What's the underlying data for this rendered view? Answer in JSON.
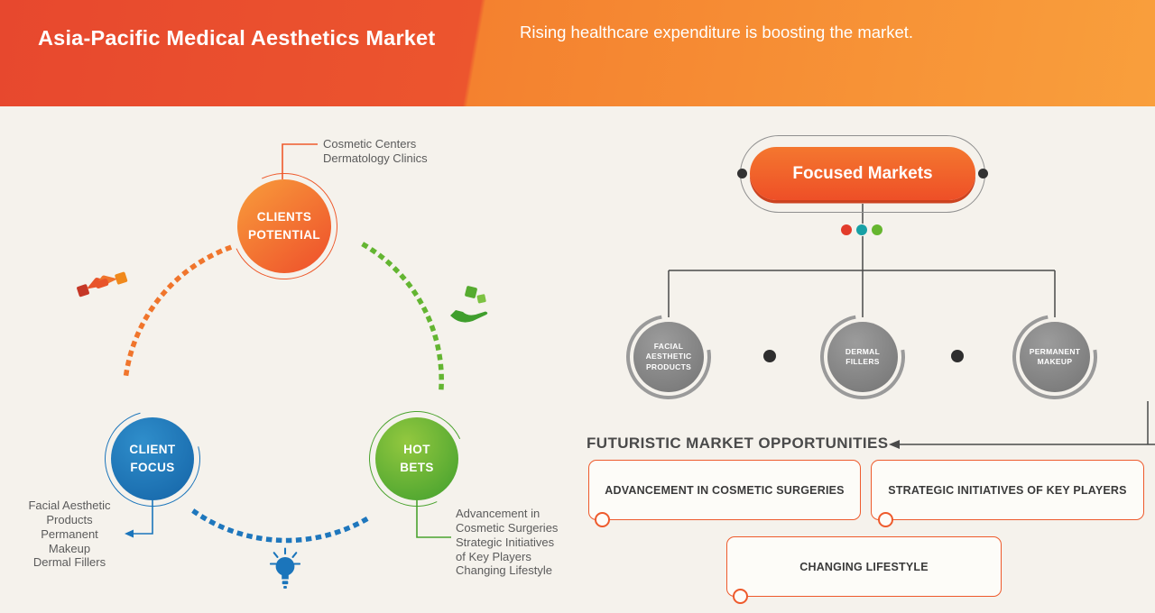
{
  "header": {
    "title": "Asia-Pacific Medical Aesthetics Market",
    "subtitle": "Rising healthcare expenditure is boosting the market."
  },
  "diagram": {
    "clients_potential": {
      "label": "CLIENTS\nPOTENTIAL",
      "callout": "Cosmetic Centers\nDermatology Clinics"
    },
    "client_focus": {
      "label": "CLIENT\nFOCUS",
      "callout": "Facial Aesthetic\nProducts\nPermanent\nMakeup\nDermal Fillers"
    },
    "hot_bets": {
      "label": "HOT\nBETS",
      "callout": "Advancement in\nCosmetic Surgeries\nStrategic Initiatives\nof Key Players\nChanging Lifestyle"
    },
    "icons": [
      "handshake-icon",
      "money-hand-icon",
      "lightbulb-icon"
    ]
  },
  "focused_markets": {
    "title": "Focused Markets",
    "items": [
      "FACIAL\nAESTHETIC\nPRODUCTS",
      "DERMAL\nFILLERS",
      "PERMANENT\nMAKEUP"
    ]
  },
  "opportunities": {
    "title": "FUTURISTIC MARKET OPPORTUNITIES",
    "items": [
      "ADVANCEMENT IN COSMETIC SURGERIES",
      "STRATEGIC INITIATIVES OF KEY PLAYERS",
      "CHANGING LIFESTYLE"
    ]
  },
  "colors": {
    "header_gradient_left": "#e7482e",
    "header_gradient_right": "#f99f3c",
    "accent_orange": "#ee5a2c",
    "accent_blue": "#1b75bb",
    "accent_green": "#4aa32e",
    "circle_gray": "#838383",
    "background": "#f5f2ec"
  }
}
